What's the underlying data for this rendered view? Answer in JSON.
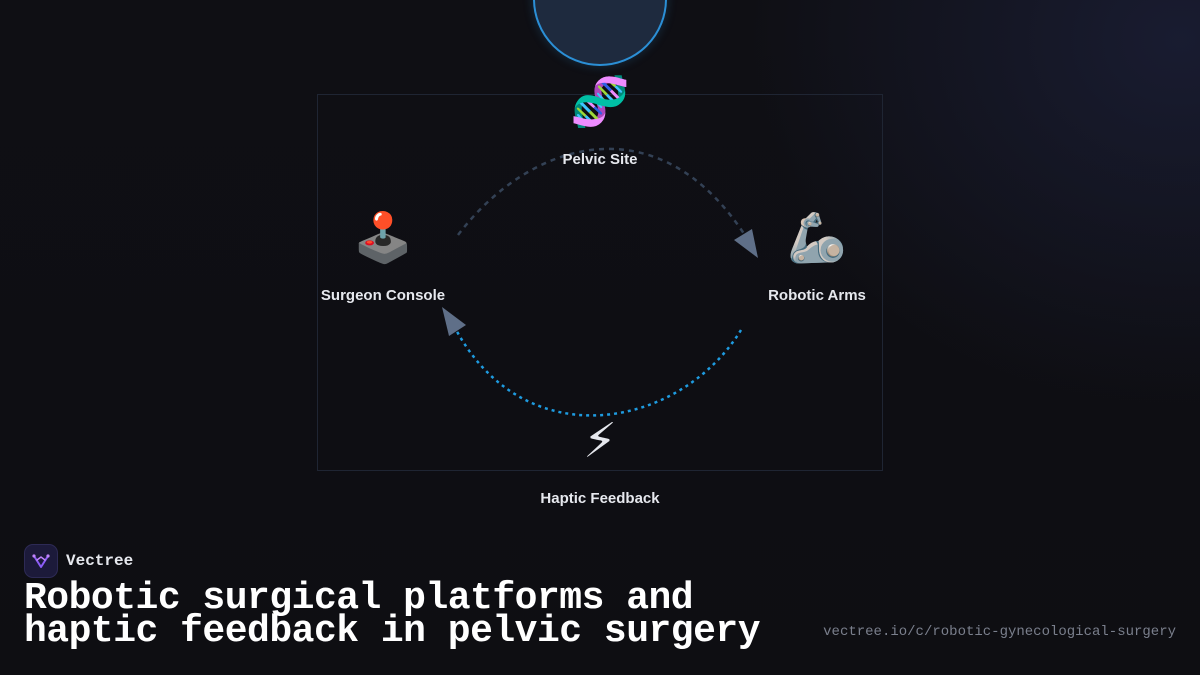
{
  "diagram": {
    "nodes": [
      {
        "id": "pelvic",
        "icon": "dna-icon",
        "glyph": "🧬",
        "label": "Pelvic Site"
      },
      {
        "id": "arms",
        "icon": "mechanical-arm-icon",
        "glyph": "🦾",
        "label": "Robotic Arms"
      },
      {
        "id": "haptic",
        "icon": "lightning-icon",
        "glyph": "⚡",
        "label": "Haptic Feedback"
      },
      {
        "id": "console",
        "icon": "joystick-icon",
        "glyph": "🕹️",
        "label": "Surgeon Console"
      }
    ],
    "edges": [
      {
        "from": "console",
        "to": "arms",
        "via": "pelvic",
        "color": "#334155"
      },
      {
        "from": "arms",
        "to": "console",
        "via": "haptic",
        "color": "#1e9be0"
      }
    ],
    "colors": {
      "accent_blue": "#2b8fd6",
      "arrowhead": "#5f6f88"
    }
  },
  "footer": {
    "brand_name": "Vectree",
    "brand_icon": "vectree-logo-icon",
    "title": "Robotic surgical platforms and haptic feedback in pelvic surgery",
    "url": "vectree.io/c/robotic-gynecological-surgery"
  }
}
